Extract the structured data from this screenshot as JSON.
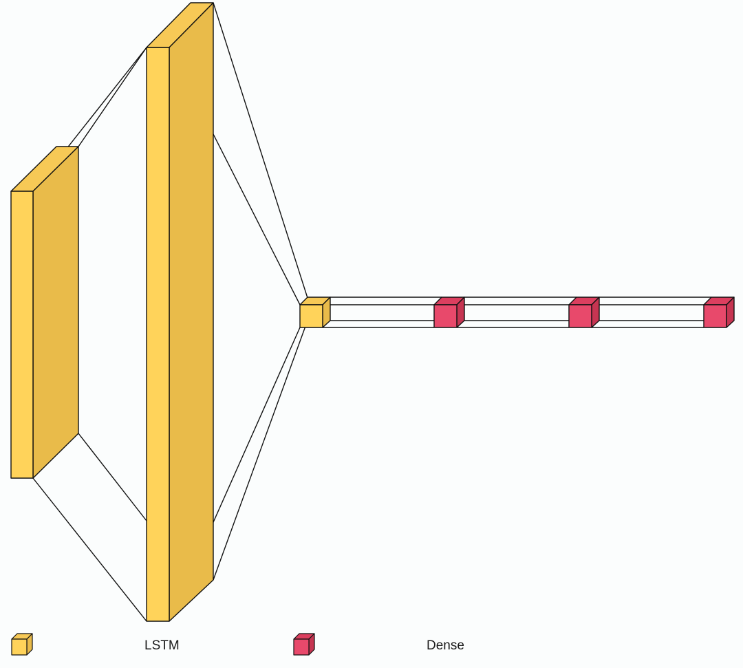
{
  "legend": {
    "items": [
      {
        "label": "LSTM",
        "icon": "lstm-cube-icon",
        "color": "#ffd35a"
      },
      {
        "label": "Dense",
        "icon": "dense-cube-icon",
        "color": "#e8496b"
      }
    ]
  },
  "layers": [
    {
      "type": "LSTM",
      "color": "#ffd35a"
    },
    {
      "type": "LSTM",
      "color": "#ffd35a"
    },
    {
      "type": "LSTM",
      "color": "#ffd35a"
    },
    {
      "type": "Dense",
      "color": "#e8496b"
    },
    {
      "type": "Dense",
      "color": "#e8496b"
    },
    {
      "type": "Dense",
      "color": "#e8496b"
    }
  ],
  "colors": {
    "lstm_front": "#ffd35a",
    "lstm_side": "#e9bb4a",
    "lstm_top": "#f7c956",
    "dense_front": "#e8496b",
    "dense_side": "#c63552",
    "dense_top": "#dc3f5f",
    "edge": "#111111",
    "background": "#fbfdfd"
  }
}
